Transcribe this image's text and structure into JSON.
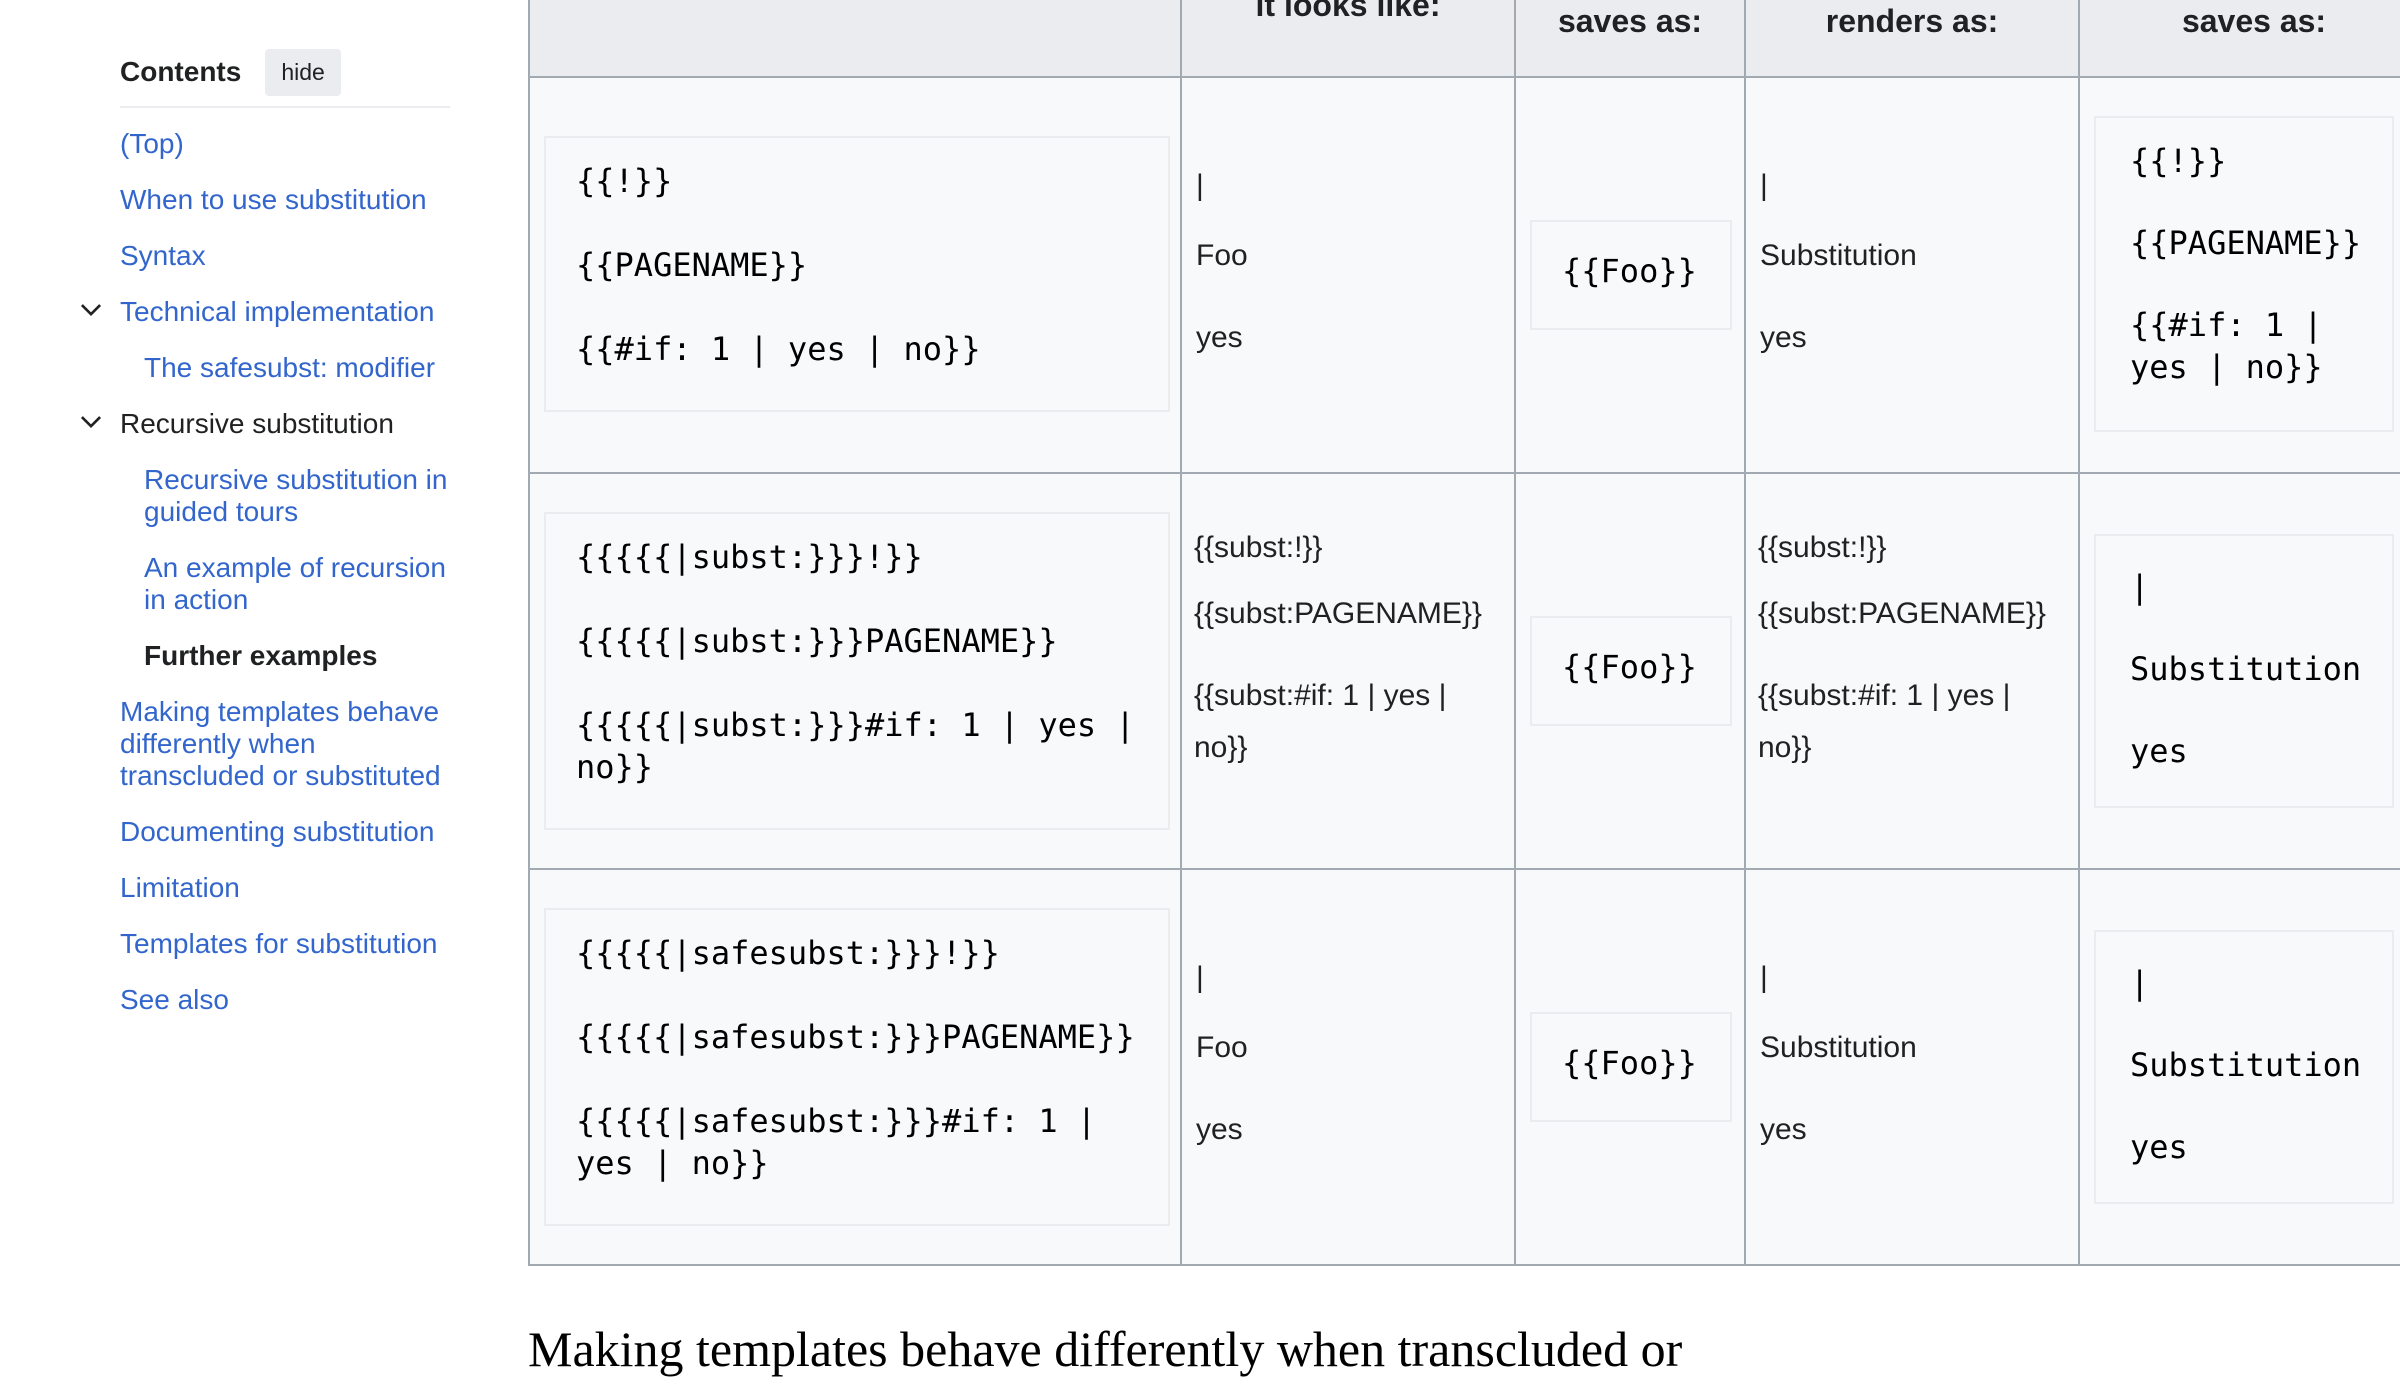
{
  "toc": {
    "title": "Contents",
    "hide_label": "hide",
    "items": [
      {
        "label": "(Top)"
      },
      {
        "label": "When to use substitution"
      },
      {
        "label": "Syntax"
      },
      {
        "label": "Technical implementation"
      },
      {
        "label": "The safesubst: modifier"
      },
      {
        "label": "Recursive substitution"
      },
      {
        "label": "Recursive substitution in guided tours"
      },
      {
        "label": "An example of recursion in action"
      },
      {
        "label": "Further examples"
      },
      {
        "label": "Making templates behave differently when transcluded or substituted"
      },
      {
        "label": "Documenting substitution"
      },
      {
        "label": "Limitation"
      },
      {
        "label": "Templates for substitution"
      },
      {
        "label": "See also"
      }
    ]
  },
  "table": {
    "headers": [
      "",
      "it looks like:",
      "saves as:",
      "renders as:",
      "saves as:"
    ],
    "rows": [
      {
        "code": [
          "{{!}}",
          "{{PAGENAME}}",
          "{{#if: 1 | yes | no}}"
        ],
        "looks": [
          "|",
          "Foo",
          "yes"
        ],
        "saves": "{{Foo}}",
        "renders": [
          "|",
          "Substitution",
          "yes"
        ],
        "saves2": [
          "{{!}}",
          "{{PAGENAME}}",
          "{{#if: 1 | yes | no}}"
        ]
      },
      {
        "code": [
          "{{{{{|subst:}}}!}}",
          "{{{{{|subst:}}}PAGENAME}}",
          "{{{{{|subst:}}}#if: 1 | yes | no}}"
        ],
        "looks": [
          "{{subst:!}}",
          "{{subst:PAGENAME}}",
          "{{subst:#if: 1 | yes |",
          "no}}"
        ],
        "saves": "{{Foo}}",
        "renders": [
          "{{subst:!}}",
          "{{subst:PAGENAME}}",
          "{{subst:#if: 1 | yes |",
          "no}}"
        ],
        "saves2": [
          "|",
          "Substitution",
          "yes"
        ]
      },
      {
        "code": [
          "{{{{{|safesubst:}}}!}}",
          "{{{{{|safesubst:}}}PAGENAME}}",
          "{{{{{|safesubst:}}}#if: 1 | yes | no}}"
        ],
        "looks": [
          "|",
          "Foo",
          "yes"
        ],
        "saves": "{{Foo}}",
        "renders": [
          "|",
          "Substitution",
          "yes"
        ],
        "saves2": [
          "|",
          "Substitution",
          "yes"
        ]
      }
    ]
  },
  "next_heading": "Making templates behave differently when transcluded or"
}
